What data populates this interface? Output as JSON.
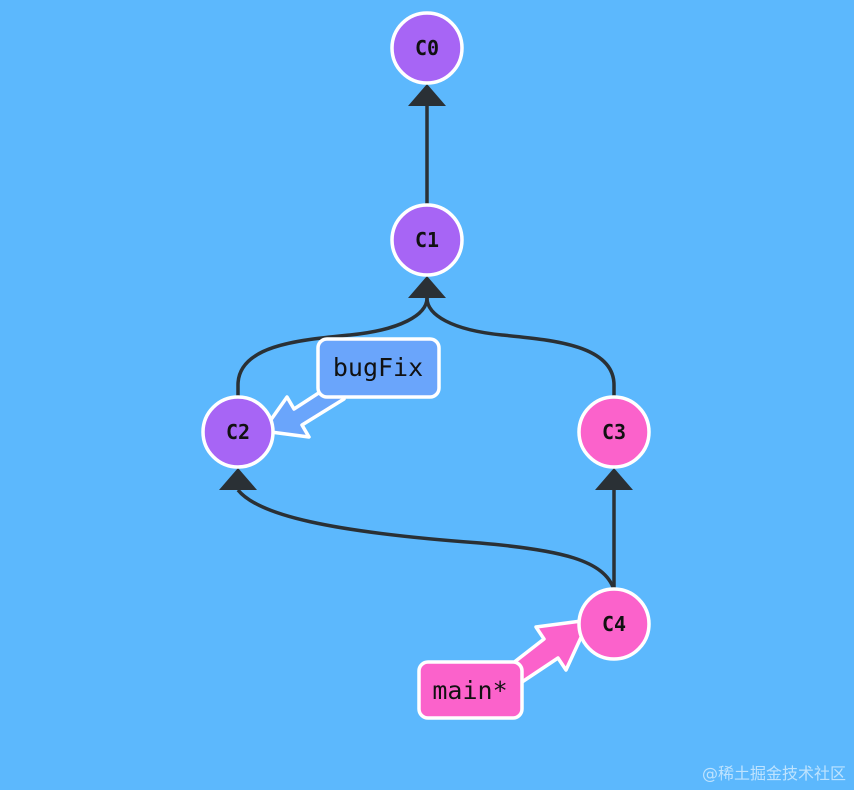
{
  "colors": {
    "background": "#5cb8fd",
    "edge": "#2a3035",
    "commit_on_bugfix": "#a765f5",
    "commit_on_main": "#fb62cb",
    "bugfix_ref": "#6aa5fb",
    "main_ref": "#fb62cb",
    "node_stroke": "#ffffff"
  },
  "commits": [
    {
      "id": "C0",
      "color": "#a765f5"
    },
    {
      "id": "C1",
      "color": "#a765f5"
    },
    {
      "id": "C2",
      "color": "#a765f5"
    },
    {
      "id": "C3",
      "color": "#fb62cb"
    },
    {
      "id": "C4",
      "color": "#fb62cb"
    }
  ],
  "parents": [
    {
      "child": "C1",
      "parent": "C0"
    },
    {
      "child": "C2",
      "parent": "C1"
    },
    {
      "child": "C3",
      "parent": "C1"
    },
    {
      "child": "C4",
      "parent": "C3"
    },
    {
      "child": "C4",
      "parent": "C2"
    }
  ],
  "branches": [
    {
      "name": "bugFix",
      "target": "C2",
      "color": "#6aa5fb"
    },
    {
      "name": "main*",
      "target": "C4",
      "color": "#fb62cb"
    }
  ],
  "watermark": "@稀土掘金技术社区"
}
